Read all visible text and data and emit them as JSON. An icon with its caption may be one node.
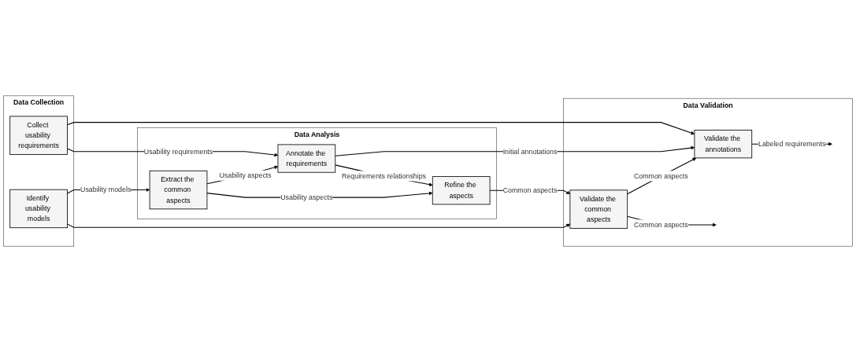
{
  "diagram": {
    "nodes": [
      {
        "text": [
          "Data Collection"
        ]
      },
      {
        "text": [
          "Identify usability models"
        ],
        "in": 0
      },
      {
        "text": [
          "Collect usability requirements"
        ],
        "in": 0
      },
      {
        "text": [
          "Data Analysis"
        ]
      },
      {
        "text": [
          "Extract the common aspects"
        ],
        "in": 3
      },
      {
        "text": [
          "Refine the aspects"
        ],
        "in": 3
      },
      {
        "text": [
          "Annotate the requirements"
        ],
        "in": 3
      },
      {
        "text": [
          "Data Validation"
        ]
      },
      {
        "text": [
          "Validate the common aspects"
        ],
        "in": 7
      },
      {
        "text": [
          "Validate the annotations"
        ],
        "in": 7
      }
    ],
    "edges": [
      {
        "from": 1,
        "to": 4,
        "arrow": "to",
        "label": "Usability models"
      },
      {
        "from": 1,
        "to": 8,
        "arrow": "to"
      },
      {
        "from": 4,
        "to": 5,
        "arrow": "to",
        "label": "Usability aspects"
      },
      {
        "from": 5,
        "to": 8,
        "arrow": "to",
        "label": "Common aspects"
      },
      {
        "from": 8,
        "to": null,
        "arrow": "to",
        "label": "Common aspects"
      },
      {
        "from": 4,
        "to": 6,
        "arrow": "to",
        "label": "Usability aspects"
      },
      {
        "from": 6,
        "to": 5,
        "arrow": "to",
        "label": "Requirements relationships"
      },
      {
        "from": 8,
        "to": 9,
        "arrow": "to",
        "label": "Common aspects"
      },
      {
        "from": 2,
        "to": 6,
        "arrow": "to",
        "label": "Usability requirements"
      },
      {
        "from": 6,
        "to": 9,
        "arrow": "to",
        "label": "Initial annotations"
      },
      {
        "from": 2,
        "to": 9,
        "arrow": "to"
      },
      {
        "from": 9,
        "to": null,
        "arrow": "to",
        "label": "Labeled requirements"
      }
    ]
  }
}
